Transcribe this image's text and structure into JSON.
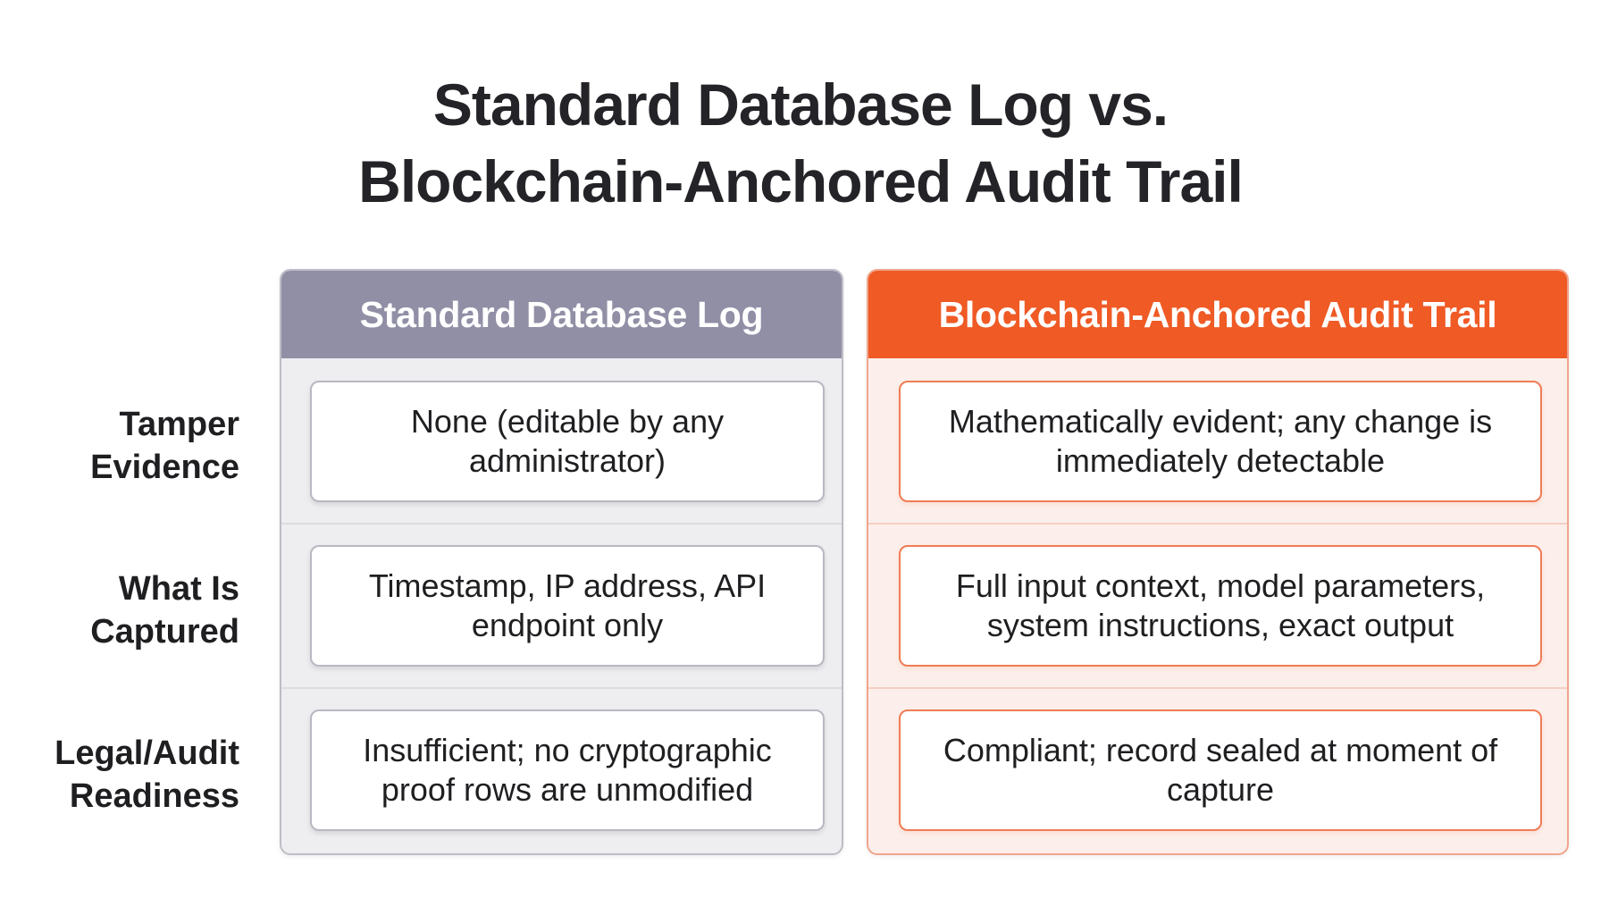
{
  "title": {
    "line1": "Standard Database Log vs.",
    "line2": "Blockchain-Anchored Audit Trail"
  },
  "rows": [
    {
      "label_line1": "Tamper",
      "label_line2": "Evidence"
    },
    {
      "label_line1": "What Is",
      "label_line2": "Captured"
    },
    {
      "label_line1": "Legal/Audit",
      "label_line2": "Readiness"
    }
  ],
  "columns": {
    "standard": {
      "header": "Standard Database Log",
      "cells": [
        "None (editable by any administrator)",
        "Timestamp, IP address, API endpoint only",
        "Insufficient; no cryptographic proof rows are unmodified"
      ]
    },
    "blockchain": {
      "header": "Blockchain-Anchored Audit Trail",
      "cells": [
        "Mathematically evident; any change is immediately detectable",
        "Full input context, model parameters, system instructions, exact output",
        "Compliant; record sealed at moment of capture"
      ]
    }
  },
  "colors": {
    "standard_header": "#908fa6",
    "blockchain_header": "#ef5a25",
    "blockchain_border": "#ef7c55",
    "standard_border": "#b8b8c2"
  }
}
